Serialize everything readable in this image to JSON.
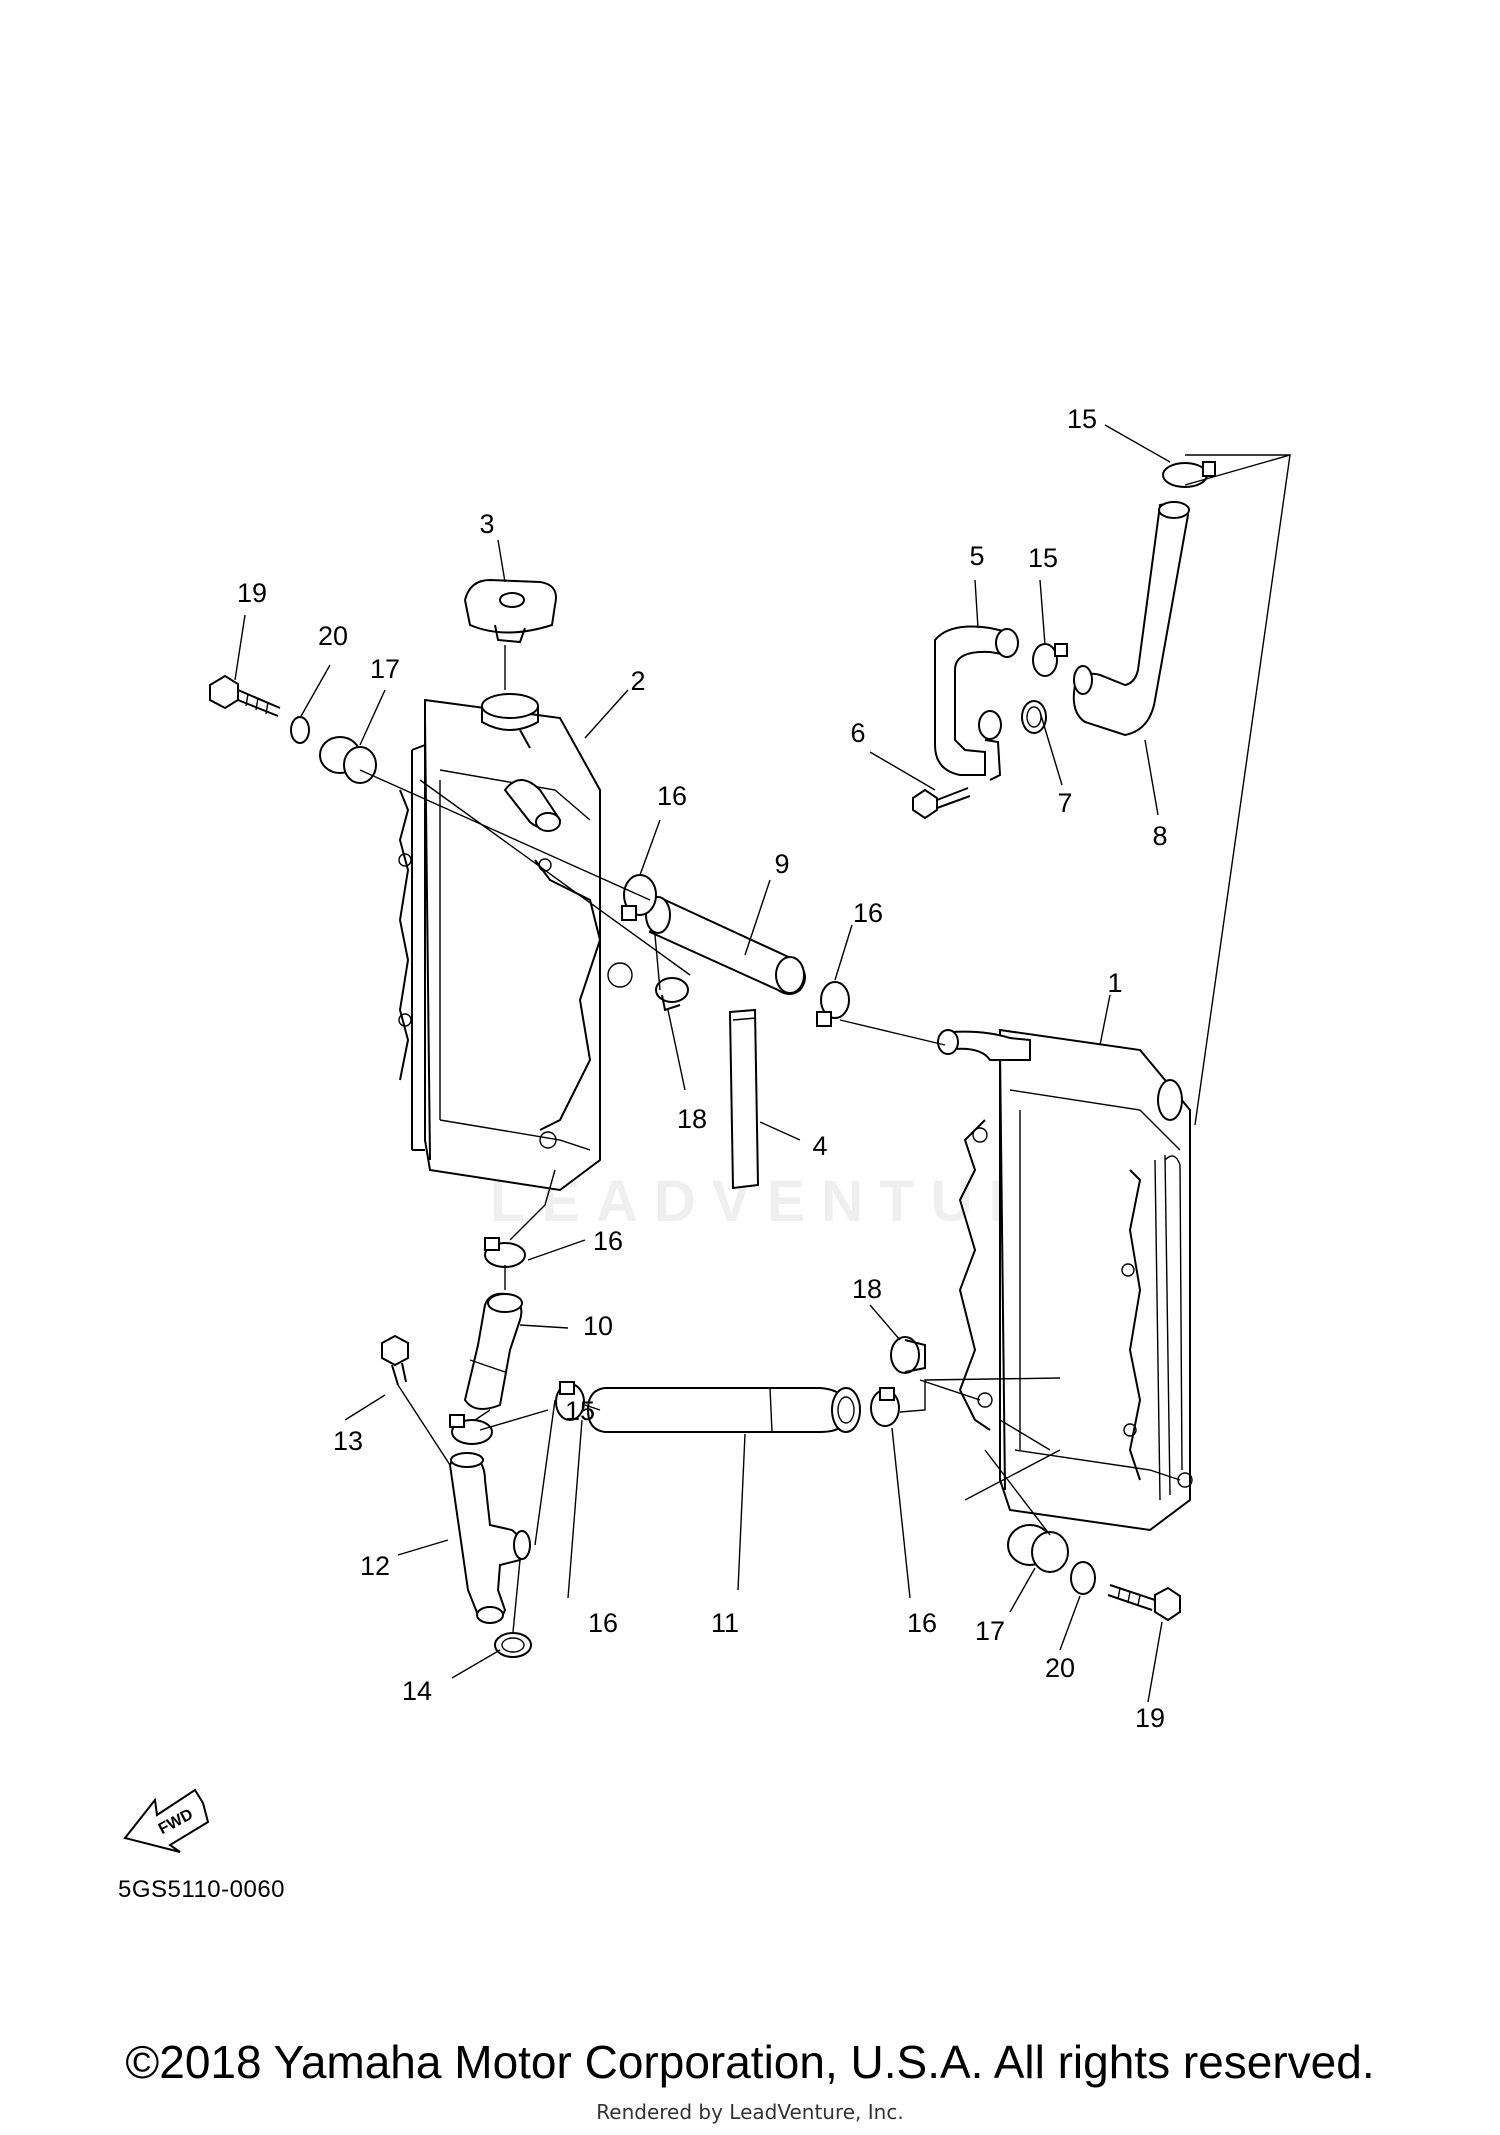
{
  "watermark": "LEADVENTURE",
  "diagram_code": "5GS5110-0060",
  "fwd_label": "FWD",
  "copyright": "©2018 Yamaha Motor Corporation, U.S.A. All rights reserved.",
  "rendered_by": "Rendered by LeadVenture, Inc.",
  "callouts": {
    "c1": "1",
    "c2": "2",
    "c3": "3",
    "c4": "4",
    "c5": "5",
    "c6": "6",
    "c7": "7",
    "c8": "8",
    "c9": "9",
    "c10": "10",
    "c11": "11",
    "c12": "12",
    "c13": "13",
    "c14": "14",
    "c15a": "15",
    "c15b": "15",
    "c15c": "15",
    "c16a": "16",
    "c16b": "16",
    "c16c": "16",
    "c16d": "16",
    "c16e": "16",
    "c17a": "17",
    "c17b": "17",
    "c18a": "18",
    "c18b": "18",
    "c19a": "19",
    "c19b": "19",
    "c20a": "20",
    "c20b": "20"
  }
}
